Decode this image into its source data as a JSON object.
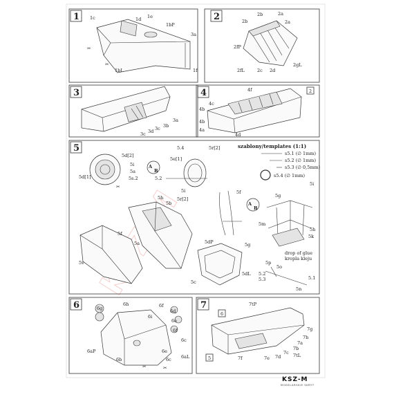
{
  "steps": [
    {
      "number": "1",
      "labels": [
        "1c",
        "1d",
        "1e",
        "1bP",
        "3a",
        "1bL",
        "1f"
      ]
    },
    {
      "number": "2",
      "labels": [
        "2b",
        "2a",
        "2b",
        "2a",
        "2fP",
        "2fL",
        "2c",
        "2d",
        "2gL"
      ]
    },
    {
      "number": "3",
      "labels": [
        "3a",
        "3b",
        "3c",
        "3d",
        "3c"
      ]
    },
    {
      "number": "4",
      "labels": [
        "4b",
        "4c",
        "4f",
        "4b",
        "4a",
        "4d"
      ],
      "badge": "2"
    },
    {
      "number": "5",
      "labels": [
        "5d[2]",
        "5d[1]",
        "5i",
        "5a",
        "5s.2",
        "5e[1]",
        "5.4",
        "5r[2]",
        "5r[2]",
        "5i",
        "5.2",
        "5h",
        "5b",
        "5f",
        "5a",
        "5v",
        "5dP",
        "5g",
        "5dL",
        "5c",
        "5f",
        "5i",
        "5g",
        "5m",
        "5h",
        "5k",
        "5o",
        "5p",
        "5.2",
        "5.3",
        "5n",
        "5.1"
      ]
    },
    {
      "number": "6",
      "labels": [
        "6g",
        "6h",
        "6f",
        "6i",
        "6d",
        "6e",
        "6f",
        "6c",
        "6aP",
        "6b",
        "6aL",
        "6e",
        "6c"
      ]
    },
    {
      "number": "7",
      "labels": [
        "7tP",
        "6",
        "7g",
        "7h",
        "7a",
        "7b",
        "7c",
        "7d",
        "7tL",
        "7e",
        "7f",
        "5"
      ]
    }
  ],
  "templates": {
    "title": "szablony/templates (1:1)",
    "items": [
      {
        "label": "s5.1 (∅ 1mm)"
      },
      {
        "label": "s5.2 (∅ 1mm)"
      },
      {
        "label": "s5.3 (∅ 0,5mm)"
      },
      {
        "label": "s5.4 (∅ 1mm)"
      }
    ]
  },
  "glue_note": {
    "line1": "drop of glue",
    "line2": "kropla kleju"
  },
  "watermark": "KSZ-M",
  "logo": {
    "main": "KSZ-M",
    "sub": "MODELARSKIE SKRYT"
  },
  "colors": {
    "watermark": "#f2b9b9",
    "ink": "#333333"
  }
}
